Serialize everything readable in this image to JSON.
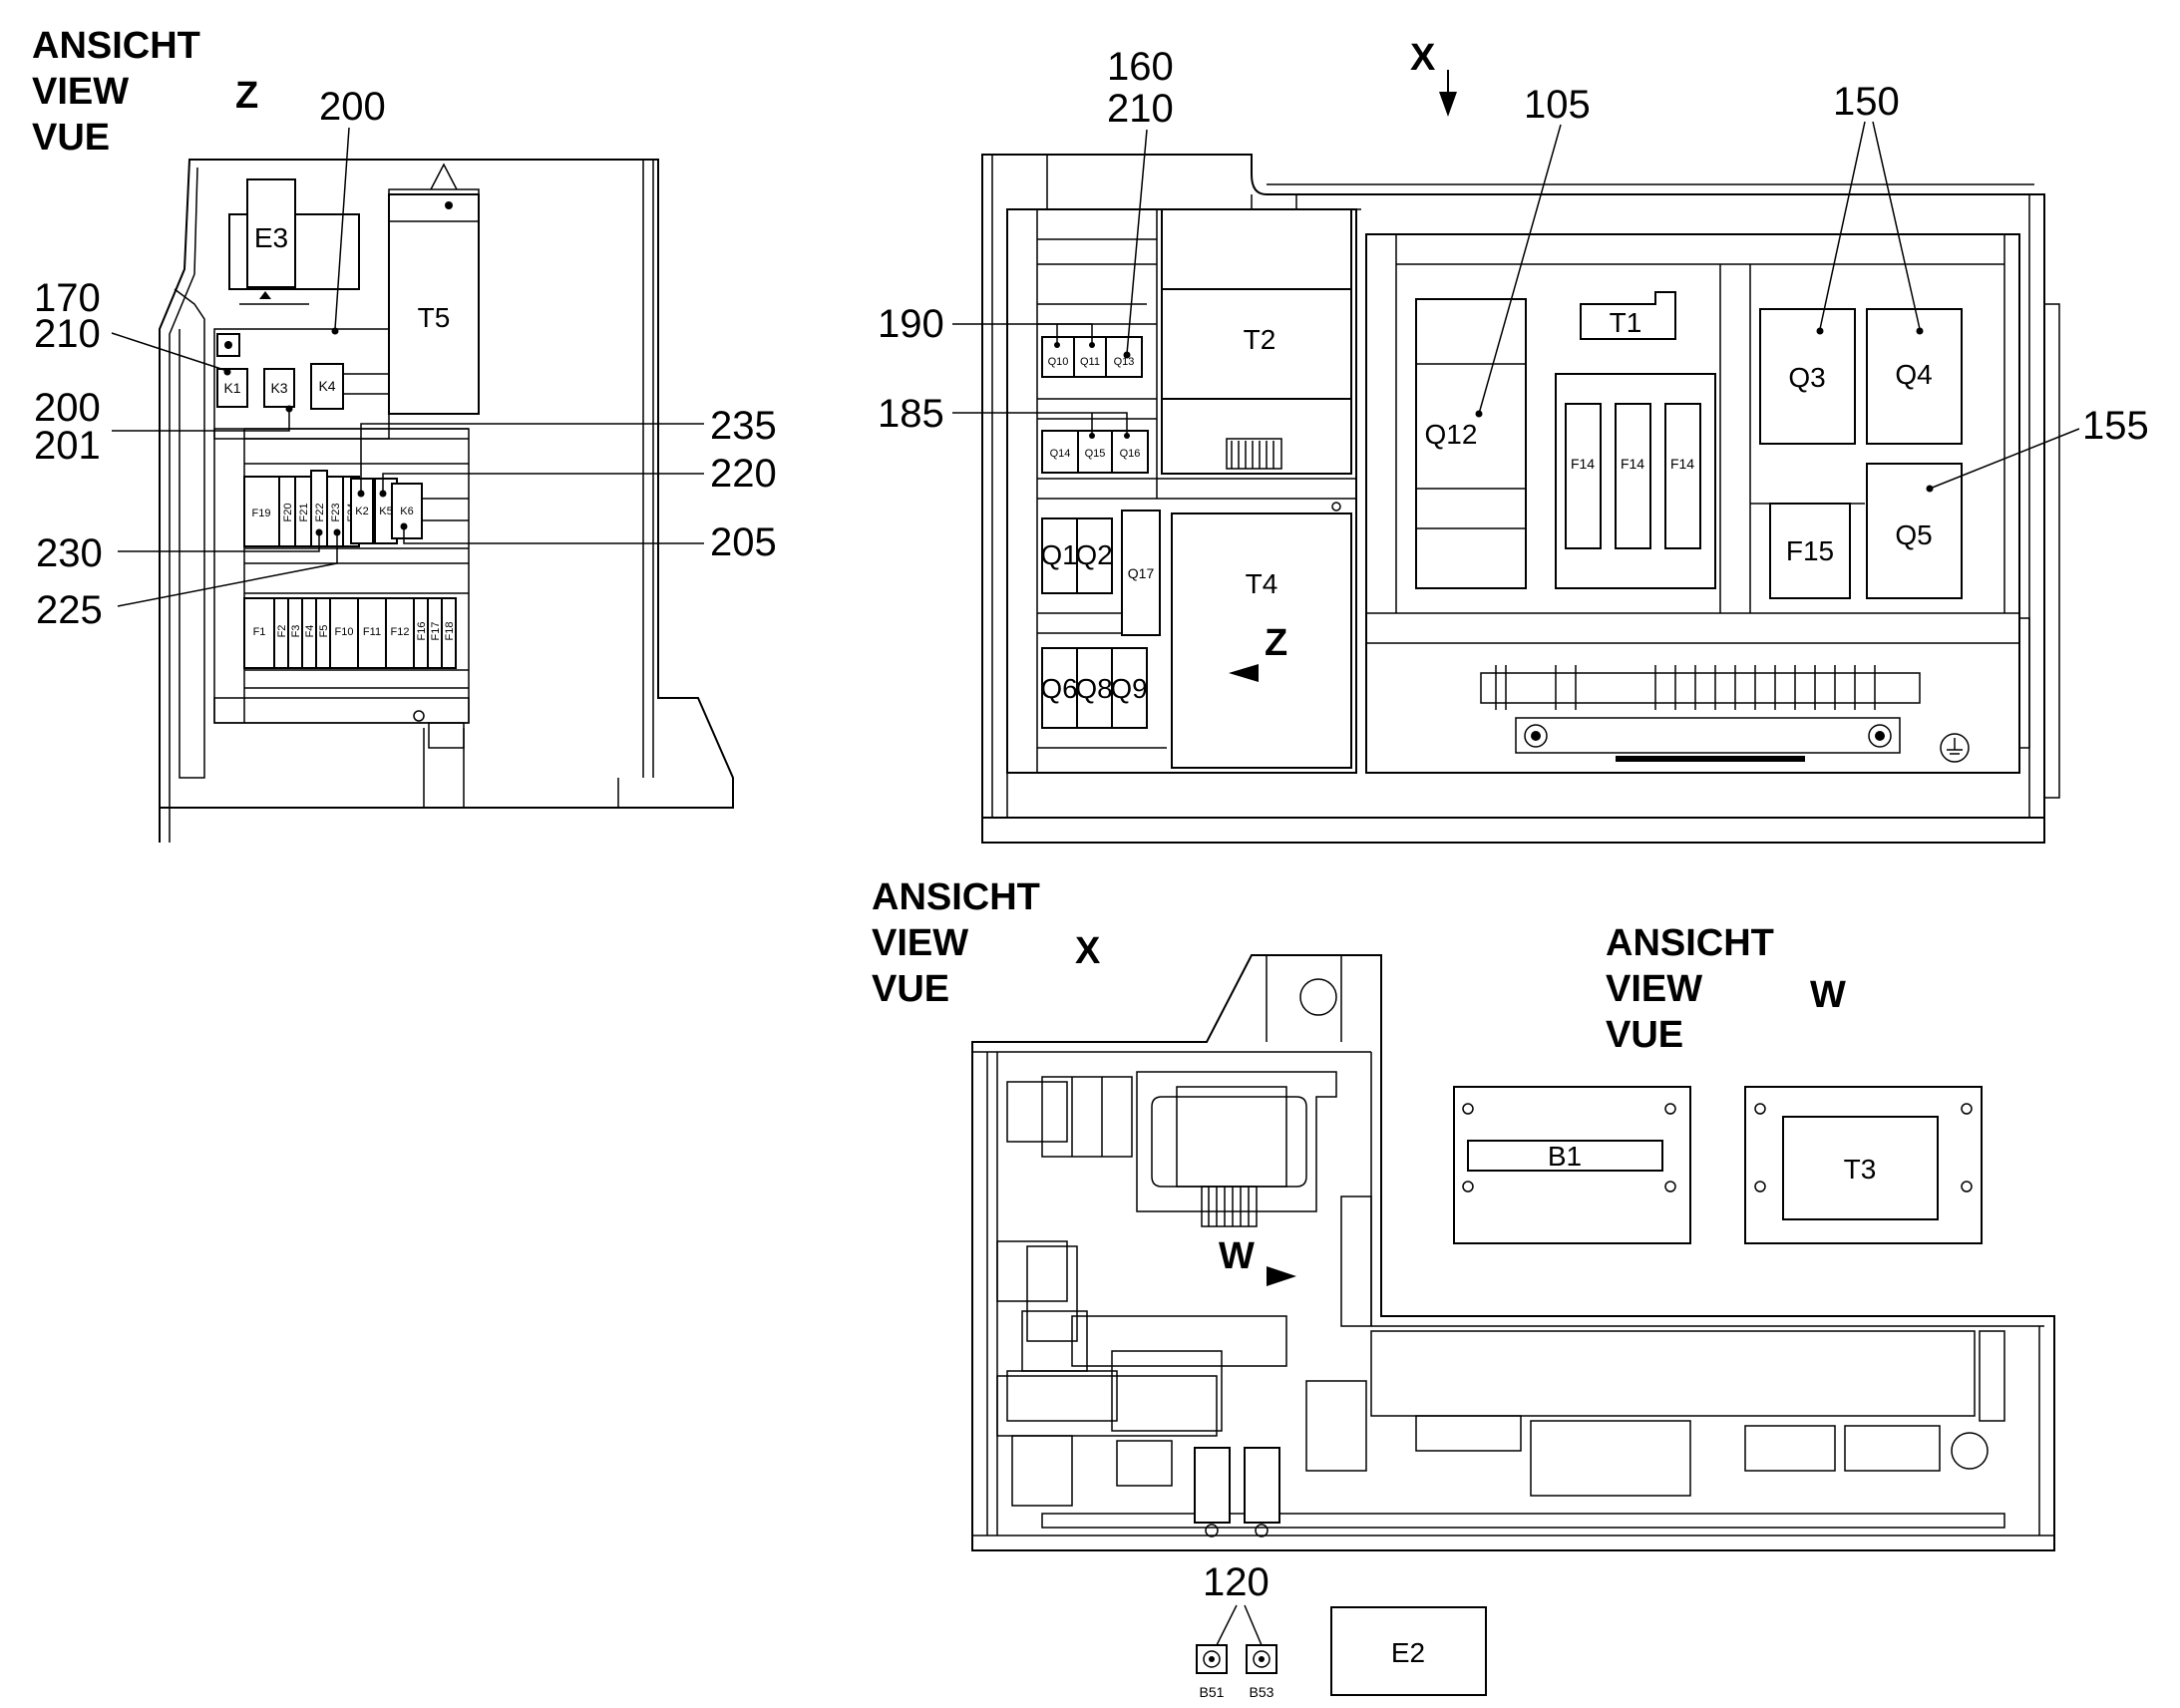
{
  "view_headings": {
    "line1": "ANSICHT",
    "line2": "VIEW",
    "line3": "VUE",
    "z": "Z",
    "x": "X",
    "w": "W"
  },
  "direction_markers": {
    "x": "X",
    "z": "Z",
    "w": "W"
  },
  "callouts": {
    "c200a": "200",
    "c170": "170",
    "c210a": "210",
    "c200b": "200",
    "c201": "201",
    "c235": "235",
    "c220": "220",
    "c205": "205",
    "c230": "230",
    "c225": "225",
    "c160": "160",
    "c210b": "210",
    "c105": "105",
    "c150": "150",
    "c155": "155",
    "c190": "190",
    "c185": "185",
    "c120": "120"
  },
  "components": {
    "E3": "E3",
    "T5": "T5",
    "K1": "K1",
    "K3": "K3",
    "K4": "K4",
    "F19": "F19",
    "F20": "F20",
    "F21": "F21",
    "F22": "F22",
    "F23": "F23",
    "F24": "F24",
    "K2": "K2",
    "K5": "K5",
    "K6": "K6",
    "F1": "F1",
    "F2": "F2",
    "F3": "F3",
    "F4": "F4",
    "F5": "F5",
    "F10": "F10",
    "F11": "F11",
    "F12": "F12",
    "F16": "F16",
    "F17": "F17",
    "F18": "F18",
    "T2": "T2",
    "T1": "T1",
    "Q10": "Q10",
    "Q11": "Q11",
    "Q13": "Q13",
    "Q14": "Q14",
    "Q15": "Q15",
    "Q16": "Q16",
    "Q12": "Q12",
    "F14": "F14",
    "Q3": "Q3",
    "Q4": "Q4",
    "Q5": "Q5",
    "F15": "F15",
    "Q1": "Q1",
    "Q2": "Q2",
    "Q17": "Q17",
    "T4": "T4",
    "Q6": "Q6",
    "Q8": "Q8",
    "Q9": "Q9",
    "B1": "B1",
    "T3": "T3",
    "E2": "E2",
    "B51": "B51",
    "B53": "B53"
  }
}
